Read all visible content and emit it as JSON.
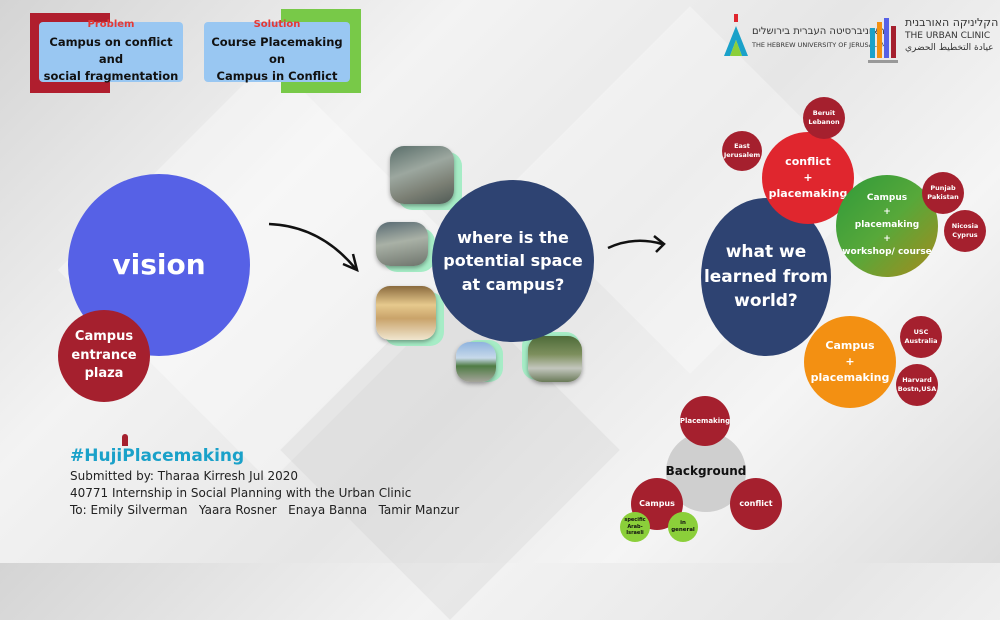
{
  "problem": {
    "heading": "Problem",
    "text_line1": "Campus on conflict and",
    "text_line2": "social fragmentation"
  },
  "solution": {
    "heading": "Solution",
    "text_line1": "Course Placemaking on",
    "text_line2": "Campus in Conflict"
  },
  "logos": {
    "huji_hebrew": "האוניברסיטה העברית בירושלים",
    "huji_english": "THE HEBREW UNIVERSITY OF JERUSALEM",
    "clinic_hebrew": "הקליניקה האורבנית",
    "clinic_english": "THE URBAN CLINIC",
    "clinic_arabic": "عيادة التخطيط الحضري"
  },
  "vision": {
    "label": "vision",
    "sub_line1": "Campus",
    "sub_line2": "entrance",
    "sub_line3": "plaza"
  },
  "potential": {
    "line1": "where is the",
    "line2": "potential space",
    "line3": "at campus?"
  },
  "world": {
    "line1": "what we",
    "line2": "learned from",
    "line3": "world?",
    "conflict": {
      "line1": "conflict",
      "plus": "+",
      "line2": "placemaking"
    },
    "workshop": {
      "line1": "Campus",
      "plus1": "+",
      "line2": "placemaking",
      "plus2": "+",
      "line3": "workshop/ course"
    },
    "campus": {
      "line1": "Campus",
      "plus": "+",
      "line2": "placemaking"
    },
    "places": {
      "east_jerusalem_1": "East",
      "east_jerusalem_2": "Jerusalem",
      "beirut_1": "Beruit",
      "beirut_2": "Lebanon",
      "punjab_1": "Punjab",
      "punjab_2": "Pakistan",
      "nicosia_1": "Nicosia",
      "nicosia_2": "Cyprus",
      "usc_1": "USC",
      "usc_2": "Australia",
      "harvard_1": "Harvard",
      "harvard_2": "Bostn,USA"
    }
  },
  "background": {
    "label": "Background",
    "placemaking": "Placemaking",
    "campus": "Campus",
    "conflict": "conflict",
    "specific_1": "specific",
    "specific_2": "Arab-Israeli",
    "general_1": "in",
    "general_2": "general"
  },
  "footer": {
    "hashtag_part1": "#Huji",
    "hashtag_part2": "Placemaking",
    "submitted": "Submitted by: Tharaa Kirresh Jul 2020",
    "course": "40771 Internship in Social Planning with the Urban Clinic",
    "to": "To: Emily Silverman   Yaara Rosner   Enaya Banna   Tamir Manzur"
  },
  "colors": {
    "vision_blue": "#5661e6",
    "navy": "#2e4372",
    "dark_red": "#a5202e",
    "red": "#e0262e",
    "green": "#4fa53a",
    "orange": "#f39012",
    "grey": "#cfcfcf",
    "lime": "#8bcf3a",
    "card_blue": "#99c7f2",
    "problem_red": "#b01e2e",
    "solution_green": "#78c948"
  }
}
